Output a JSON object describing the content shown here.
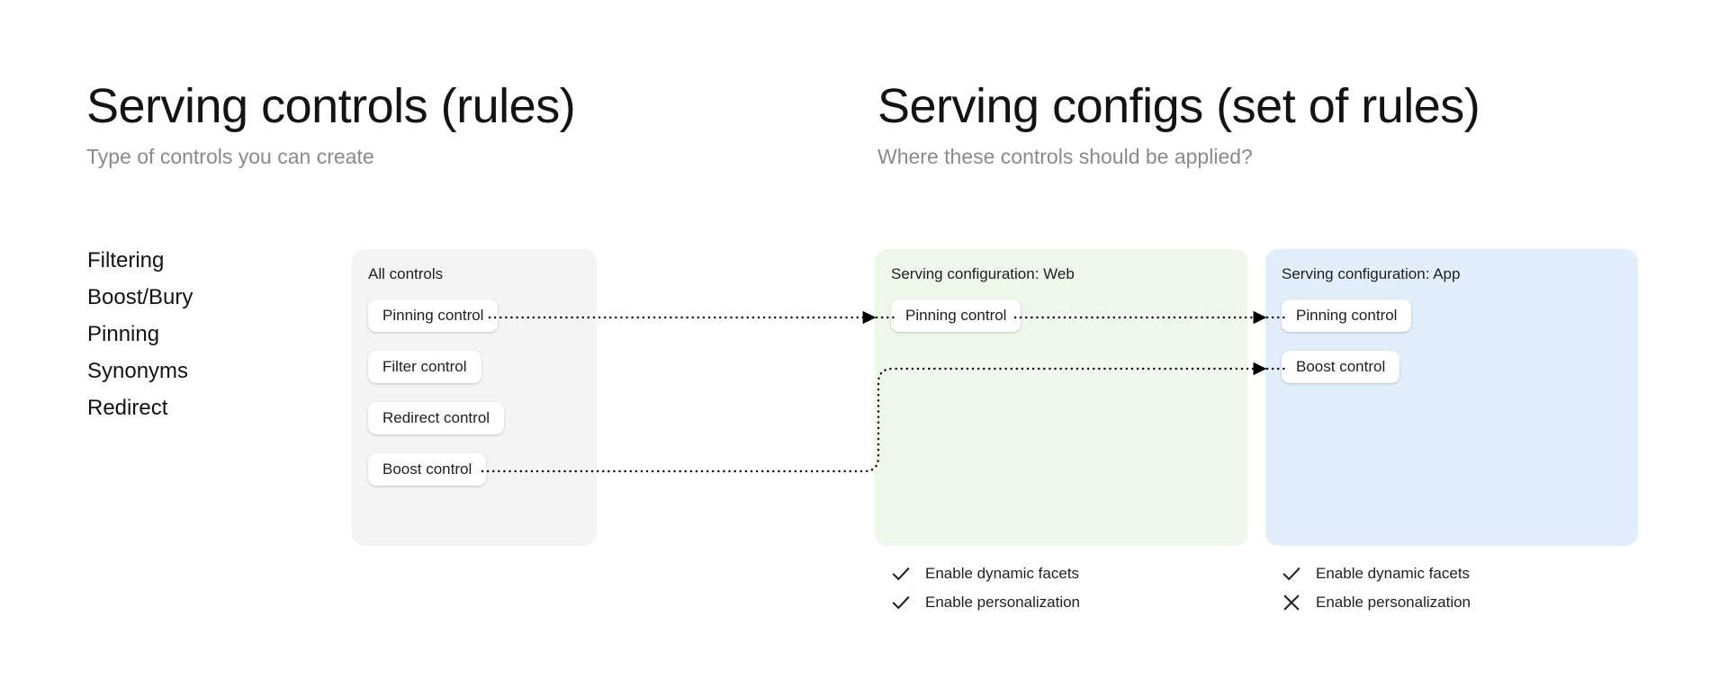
{
  "left_column": {
    "title": "Serving controls (rules)",
    "subtitle": "Type of controls you can create",
    "control_types": [
      {
        "label": "Filtering"
      },
      {
        "label": "Boost/Bury"
      },
      {
        "label": "Pinning"
      },
      {
        "label": "Synonyms"
      },
      {
        "label": "Redirect"
      }
    ]
  },
  "right_column": {
    "title": "Serving configs (set of rules)",
    "subtitle": "Where these controls should be applied?"
  },
  "panels": {
    "all_controls": {
      "title": "All controls",
      "background": "#f4f4f4",
      "controls": [
        {
          "label": "Pinning control"
        },
        {
          "label": "Filter control"
        },
        {
          "label": "Redirect control"
        },
        {
          "label": "Boost control"
        }
      ]
    },
    "serving_web": {
      "title": "Serving configuration: Web",
      "background": "#eff6ea",
      "controls": [
        {
          "label": "Pinning control"
        }
      ],
      "options": [
        {
          "label": "Enable dynamic facets",
          "state": "check",
          "icon": "check-icon"
        },
        {
          "label": "Enable personalization",
          "state": "check",
          "icon": "check-icon"
        }
      ]
    },
    "serving_app": {
      "title": "Serving configuration: App",
      "background": "#e2eefb",
      "controls": [
        {
          "label": "Pinning control"
        },
        {
          "label": "Boost control"
        }
      ],
      "options": [
        {
          "label": "Enable dynamic facets",
          "state": "check",
          "icon": "check-icon"
        },
        {
          "label": "Enable personalization",
          "state": "cross",
          "icon": "cross-icon"
        }
      ]
    }
  },
  "connectors": [
    {
      "name": "pinning-all-to-web",
      "from": "All controls / Pinning control",
      "to": "Serving configuration: Web / Pinning control",
      "style": "dotted-arrow"
    },
    {
      "name": "pinning-web-to-app",
      "from": "Serving configuration: Web / Pinning control",
      "to": "Serving configuration: App / Pinning control",
      "style": "dotted-arrow"
    },
    {
      "name": "boost-all-to-app",
      "from": "All controls / Boost control",
      "to": "Serving configuration: App / Boost control",
      "style": "dotted-arrow-elbow"
    }
  ],
  "colors": {
    "page_background": "#ffffff",
    "panel_neutral": "#f4f4f4",
    "panel_green": "#eff6ea",
    "panel_blue": "#e2eefb",
    "text_primary": "#1f1f1f",
    "text_muted": "#8a8a8a",
    "connector": "#000000"
  }
}
